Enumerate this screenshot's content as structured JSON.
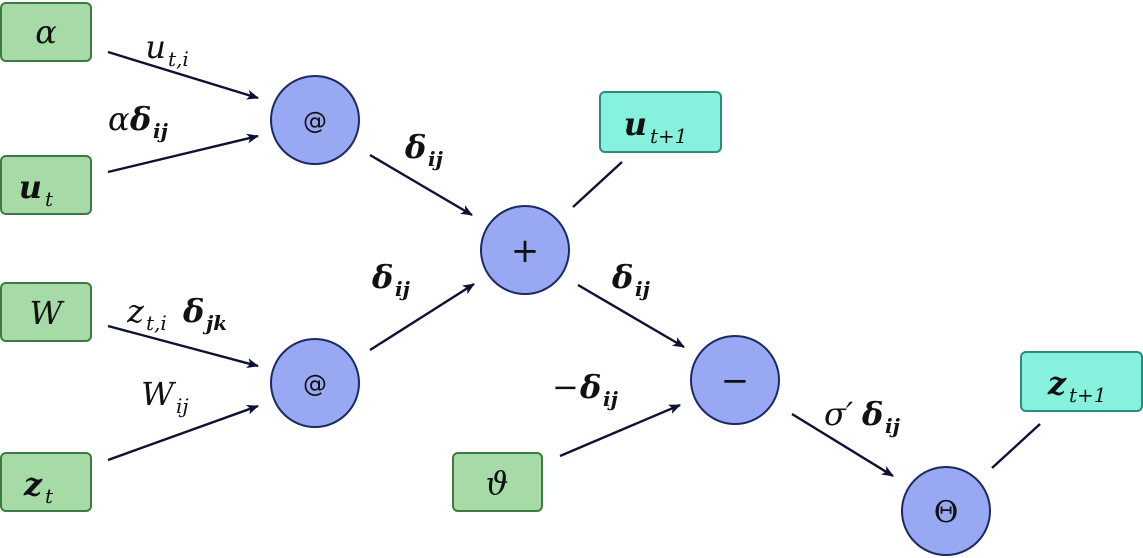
{
  "inputs": {
    "alpha": "α",
    "u": {
      "base": "u",
      "sub": "t"
    },
    "W": "W",
    "z": {
      "base": "z",
      "sub": "t"
    },
    "vartheta": "ϑ"
  },
  "outputs": {
    "u_next": {
      "base": "u",
      "sub": "t+1"
    },
    "z_next": {
      "base": "z",
      "sub": "t+1"
    }
  },
  "nodes": {
    "matmul_top": "@",
    "matmul_bottom": "@",
    "plus": "+",
    "minus": "−",
    "theta": "Θ"
  },
  "edge_labels": {
    "u_ti": {
      "base": "u",
      "sub": "t,i"
    },
    "alpha_delta": {
      "pre": "α",
      "bold": "δ",
      "sub": "ij"
    },
    "delta_top_plus": {
      "bold": "δ",
      "sub": "ij"
    },
    "delta_bottom_plus": {
      "bold": "δ",
      "sub": "ij"
    },
    "z_delta": {
      "base": "z",
      "sub1": "t,i",
      "bold": "δ",
      "sub2": "jk"
    },
    "W_ij": {
      "base": "W",
      "sub": "ij"
    },
    "delta_plus_minus": {
      "bold": "δ",
      "sub": "ij"
    },
    "neg_delta": {
      "pre": "−",
      "bold": "δ",
      "sub": "ij"
    },
    "sigma_delta": {
      "pre": "σ′",
      "bold": "δ",
      "sub": "ij"
    }
  }
}
